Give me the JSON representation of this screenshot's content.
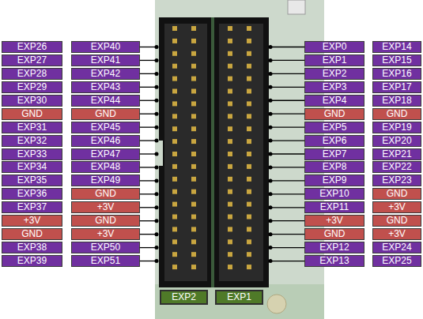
{
  "diagram": {
    "nodes": [
      {
        "text": [
          "EXP26"
        ]
      },
      {
        "text": [
          "EXP40"
        ]
      },
      {
        "text": [
          "EXP0"
        ]
      },
      {
        "text": [
          "EXP14"
        ]
      },
      {
        "text": [
          "EXP27"
        ]
      },
      {
        "text": [
          "EXP41"
        ]
      },
      {
        "text": [
          "EXP1"
        ]
      },
      {
        "text": [
          "EXP15"
        ]
      },
      {
        "text": [
          "EXP28"
        ]
      },
      {
        "text": [
          "EXP42"
        ]
      },
      {
        "text": [
          "EXP2"
        ]
      },
      {
        "text": [
          "EXP16"
        ]
      },
      {
        "text": [
          "EXP29"
        ]
      },
      {
        "text": [
          "EXP43"
        ]
      },
      {
        "text": [
          "EXP3"
        ]
      },
      {
        "text": [
          "EXP17"
        ]
      },
      {
        "text": [
          "EXP30"
        ]
      },
      {
        "text": [
          "EXP44"
        ]
      },
      {
        "text": [
          "EXP4"
        ]
      },
      {
        "text": [
          "EXP18"
        ]
      },
      {
        "text": [
          "GND"
        ]
      },
      {
        "text": [
          "GND"
        ]
      },
      {
        "text": [
          "GND"
        ]
      },
      {
        "text": [
          "GND"
        ]
      },
      {
        "text": [
          "EXP31"
        ]
      },
      {
        "text": [
          "EXP45"
        ]
      },
      {
        "text": [
          "EXP5"
        ]
      },
      {
        "text": [
          "EXP19"
        ]
      },
      {
        "text": [
          "EXP32"
        ]
      },
      {
        "text": [
          "EXP46"
        ]
      },
      {
        "text": [
          "EXP6"
        ]
      },
      {
        "text": [
          "EXP20"
        ]
      },
      {
        "text": [
          "EXP33"
        ]
      },
      {
        "text": [
          "EXP47"
        ]
      },
      {
        "text": [
          "EXP7"
        ]
      },
      {
        "text": [
          "EXP21"
        ]
      },
      {
        "text": [
          "EXP34"
        ]
      },
      {
        "text": [
          "EXP48"
        ]
      },
      {
        "text": [
          "EXP8"
        ]
      },
      {
        "text": [
          "EXP22"
        ]
      },
      {
        "text": [
          "EXP35"
        ]
      },
      {
        "text": [
          "EXP49"
        ]
      },
      {
        "text": [
          "EXP9"
        ]
      },
      {
        "text": [
          "EXP23"
        ]
      },
      {
        "text": [
          "EXP36"
        ]
      },
      {
        "text": [
          "GND"
        ]
      },
      {
        "text": [
          "EXP10"
        ]
      },
      {
        "text": [
          "GND"
        ]
      },
      {
        "text": [
          "EXP37"
        ]
      },
      {
        "text": [
          "+3V"
        ]
      },
      {
        "text": [
          "EXP11"
        ]
      },
      {
        "text": [
          "+3V"
        ]
      },
      {
        "text": [
          "+3V"
        ]
      },
      {
        "text": [
          "GND"
        ]
      },
      {
        "text": [
          "+3V"
        ]
      },
      {
        "text": [
          "GND"
        ]
      },
      {
        "text": [
          "GND"
        ]
      },
      {
        "text": [
          "+3V"
        ]
      },
      {
        "text": [
          "GND"
        ]
      },
      {
        "text": [
          "+3V"
        ]
      },
      {
        "text": [
          "EXP38"
        ]
      },
      {
        "text": [
          "EXP50"
        ]
      },
      {
        "text": [
          "EXP12"
        ]
      },
      {
        "text": [
          "EXP24"
        ]
      },
      {
        "text": [
          "EXP39"
        ]
      },
      {
        "text": [
          "EXP51"
        ]
      },
      {
        "text": [
          "EXP13"
        ]
      },
      {
        "text": [
          "EXP25"
        ]
      },
      {
        "text": [
          "EXP2"
        ]
      },
      {
        "text": [
          "EXP1"
        ]
      }
    ]
  }
}
